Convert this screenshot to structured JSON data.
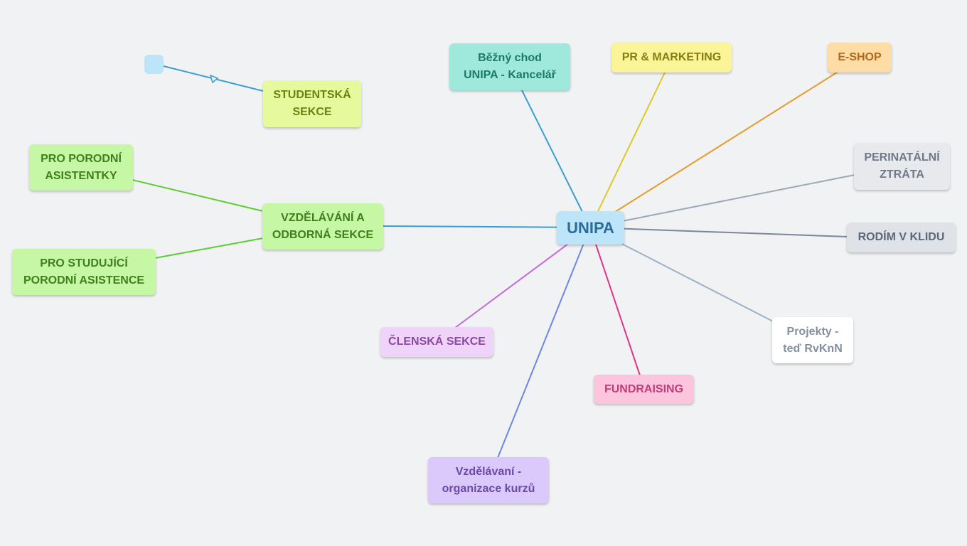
{
  "map": {
    "center": {
      "label": "UNIPA",
      "bg": "#bde5fa",
      "color": "#2a6d98"
    },
    "nodes": {
      "bezny": {
        "label": "Běžný chod\nUNIPA - Kancelář",
        "bg": "#9ee8dc",
        "color": "#1d7a68"
      },
      "pr": {
        "label": "PR & MARKETING",
        "bg": "#fbf59a",
        "color": "#8a7d10"
      },
      "eshop": {
        "label": "E-SHOP",
        "bg": "#fddca6",
        "color": "#b3691a"
      },
      "perinatal": {
        "label": "PERINATÁLNÍ\nZTRÁTA",
        "bg": "#e7e9ec",
        "color": "#6e7a88"
      },
      "rodim": {
        "label": "RODÍM V KLIDU",
        "bg": "#dfe2e7",
        "color": "#5d6778"
      },
      "projekty": {
        "label": "Projekty -\nteď RvKnN",
        "bg": "#ffffff",
        "color": "#8490a0"
      },
      "fundraising": {
        "label": "FUNDRAISING",
        "bg": "#fcc5dd",
        "color": "#c23c78"
      },
      "vzdelavani_kurzy": {
        "label": "Vzdělávaní -\norganizace kurzů",
        "bg": "#dcc9fb",
        "color": "#6a49a8"
      },
      "clenska": {
        "label": "ČLENSKÁ SEKCE",
        "bg": "#efd3f8",
        "color": "#8a4aa1"
      },
      "vzdelavani": {
        "label": "VZDĚLÁVÁNÍ A\nODBORNÁ SEKCE",
        "bg": "#c6f7a5",
        "color": "#3f7f1c"
      },
      "pro_porodni": {
        "label": "PRO PORODNÍ\nASISTENTKY",
        "bg": "#c6f7a5",
        "color": "#3f7f1c"
      },
      "pro_studujici": {
        "label": "PRO STUDUJÍCÍ\nPORODNÍ ASISTENCE",
        "bg": "#c6f7a5",
        "color": "#3f7f1c"
      },
      "studentska": {
        "label": "STUDENTSKÁ\nSEKCE",
        "bg": "#e6f99c",
        "color": "#6b8210"
      },
      "empty": {
        "label": "",
        "bg": "#bde5fa",
        "color": "#2a6d98"
      }
    },
    "link_colors": {
      "bezny": "#3a9ed0",
      "pr": "#e0c824",
      "eshop": "#e39e28",
      "perinatal": "#9aa8b8",
      "rodim": "#7a889c",
      "projekty": "#9fb0c6",
      "fundraising": "#e0338a",
      "vzdelavani_kurzy": "#6f86e2",
      "clenska": "#c468dc",
      "vzdelavani": "#3a9ed0",
      "pro_porodni": "#5ccf2e",
      "pro_studujici": "#5ccf2e",
      "studentska_arrow": "#3a9ed0"
    }
  }
}
